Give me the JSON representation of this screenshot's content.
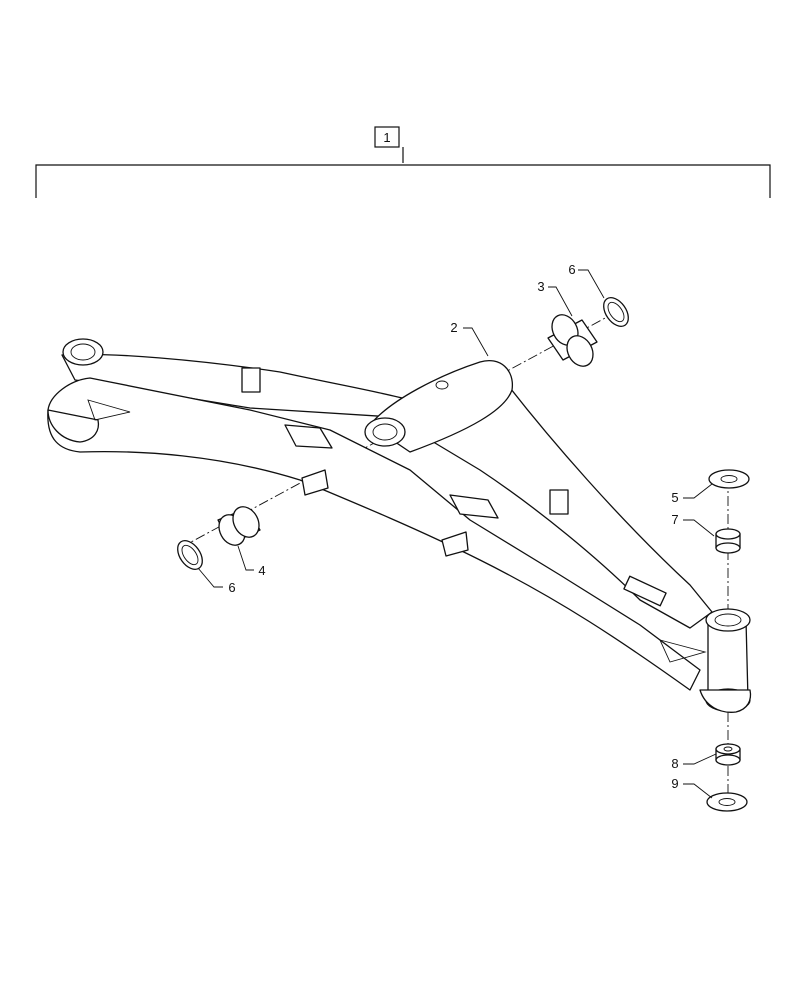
{
  "assembly_callout": "1",
  "callouts": {
    "c2": "2",
    "c3": "3",
    "c4": "4",
    "c5": "5",
    "c6a": "6",
    "c6b": "6",
    "c7": "7",
    "c8": "8",
    "c9": "9"
  }
}
